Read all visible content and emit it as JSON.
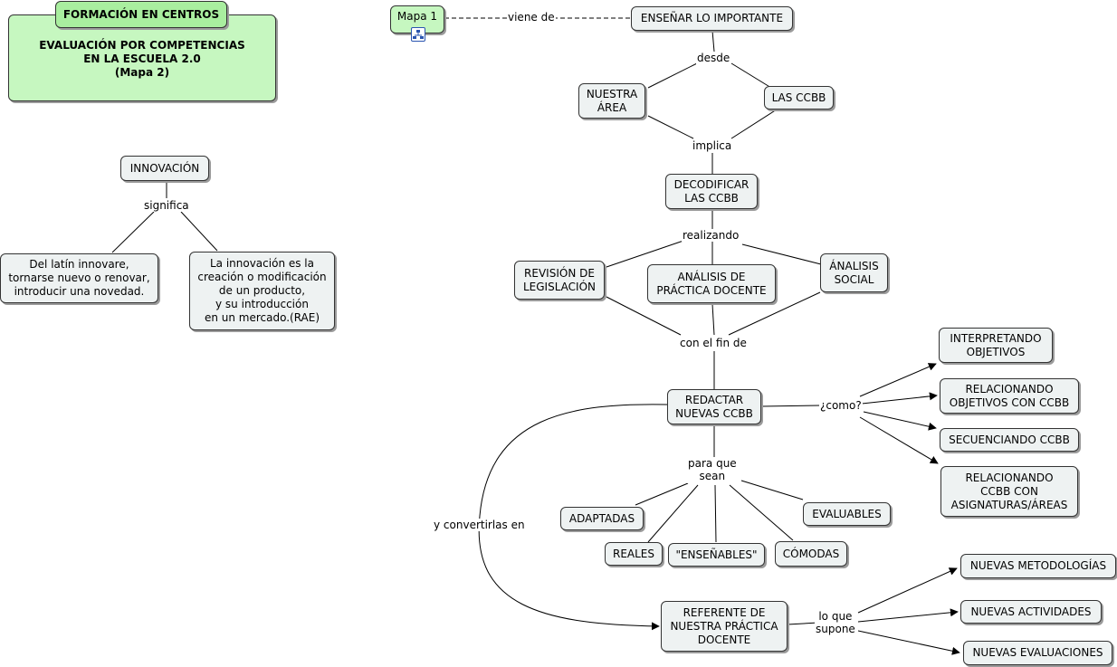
{
  "header": {
    "tab": "FORMACIÓN EN CENTROS",
    "title": "EVALUACIÓN POR COMPETENCIAS\nEN LA ESCUELA 2.0\n(Mapa 2)"
  },
  "link_icon": "map-link-icon",
  "nodes": {
    "mapa1": "Mapa 1",
    "ensenar": "ENSEÑAR LO IMPORTANTE",
    "nuestra_area": "NUESTRA\nÁREA",
    "las_ccbb": "LAS CCBB",
    "decodificar": "DECODIFICAR\nLAS CCBB",
    "revision": "REVISIÓN DE\nLEGISLACIÓN",
    "analisis_practica": "ANÁLISIS DE\nPRÁCTICA DOCENTE",
    "analisis_social": "ÁNALISIS\nSOCIAL",
    "redactar": "REDACTAR\nNUEVAS CCBB",
    "interpretando": "INTERPRETANDO\nOBJETIVOS",
    "relacionando_obj": "RELACIONANDO\nOBJETIVOS CON CCBB",
    "secuenciando": "SECUENCIANDO CCBB",
    "relacionando_ccbb": "RELACIONANDO\nCCBB CON\nASIGNATURAS/ÁREAS",
    "adaptadas": "ADAPTADAS",
    "evaluables": "EVALUABLES",
    "reales": "REALES",
    "ensenables": "\"ENSEÑABLES\"",
    "comodas": "CÓMODAS",
    "referente": "REFERENTE DE\nNUESTRA PRÁCTICA\nDOCENTE",
    "nuevas_metodologias": "NUEVAS METODOLOGÍAS",
    "nuevas_actividades": "NUEVAS ACTIVIDADES",
    "nuevas_evaluaciones": "NUEVAS EVALUACIONES",
    "innovacion": "INNOVACIÓN",
    "latin": "Del latín innovare,\ntornarse nuevo o renovar,\nintroducir una novedad.",
    "rae": "La innovación es la\ncreación o modificación\nde un producto,\ny su introducción\nen un mercado.(RAE)"
  },
  "links": {
    "viene_de": "viene de",
    "desde": "desde",
    "implica": "implica",
    "realizando": "realizando",
    "con_el_fin_de": "con el fin de",
    "como": "¿como?",
    "para_que_sean": "para que\nsean",
    "y_convertirlas_en": "y convertirlas en",
    "lo_que_supone": "lo que\nsupone",
    "significa": "significa"
  }
}
